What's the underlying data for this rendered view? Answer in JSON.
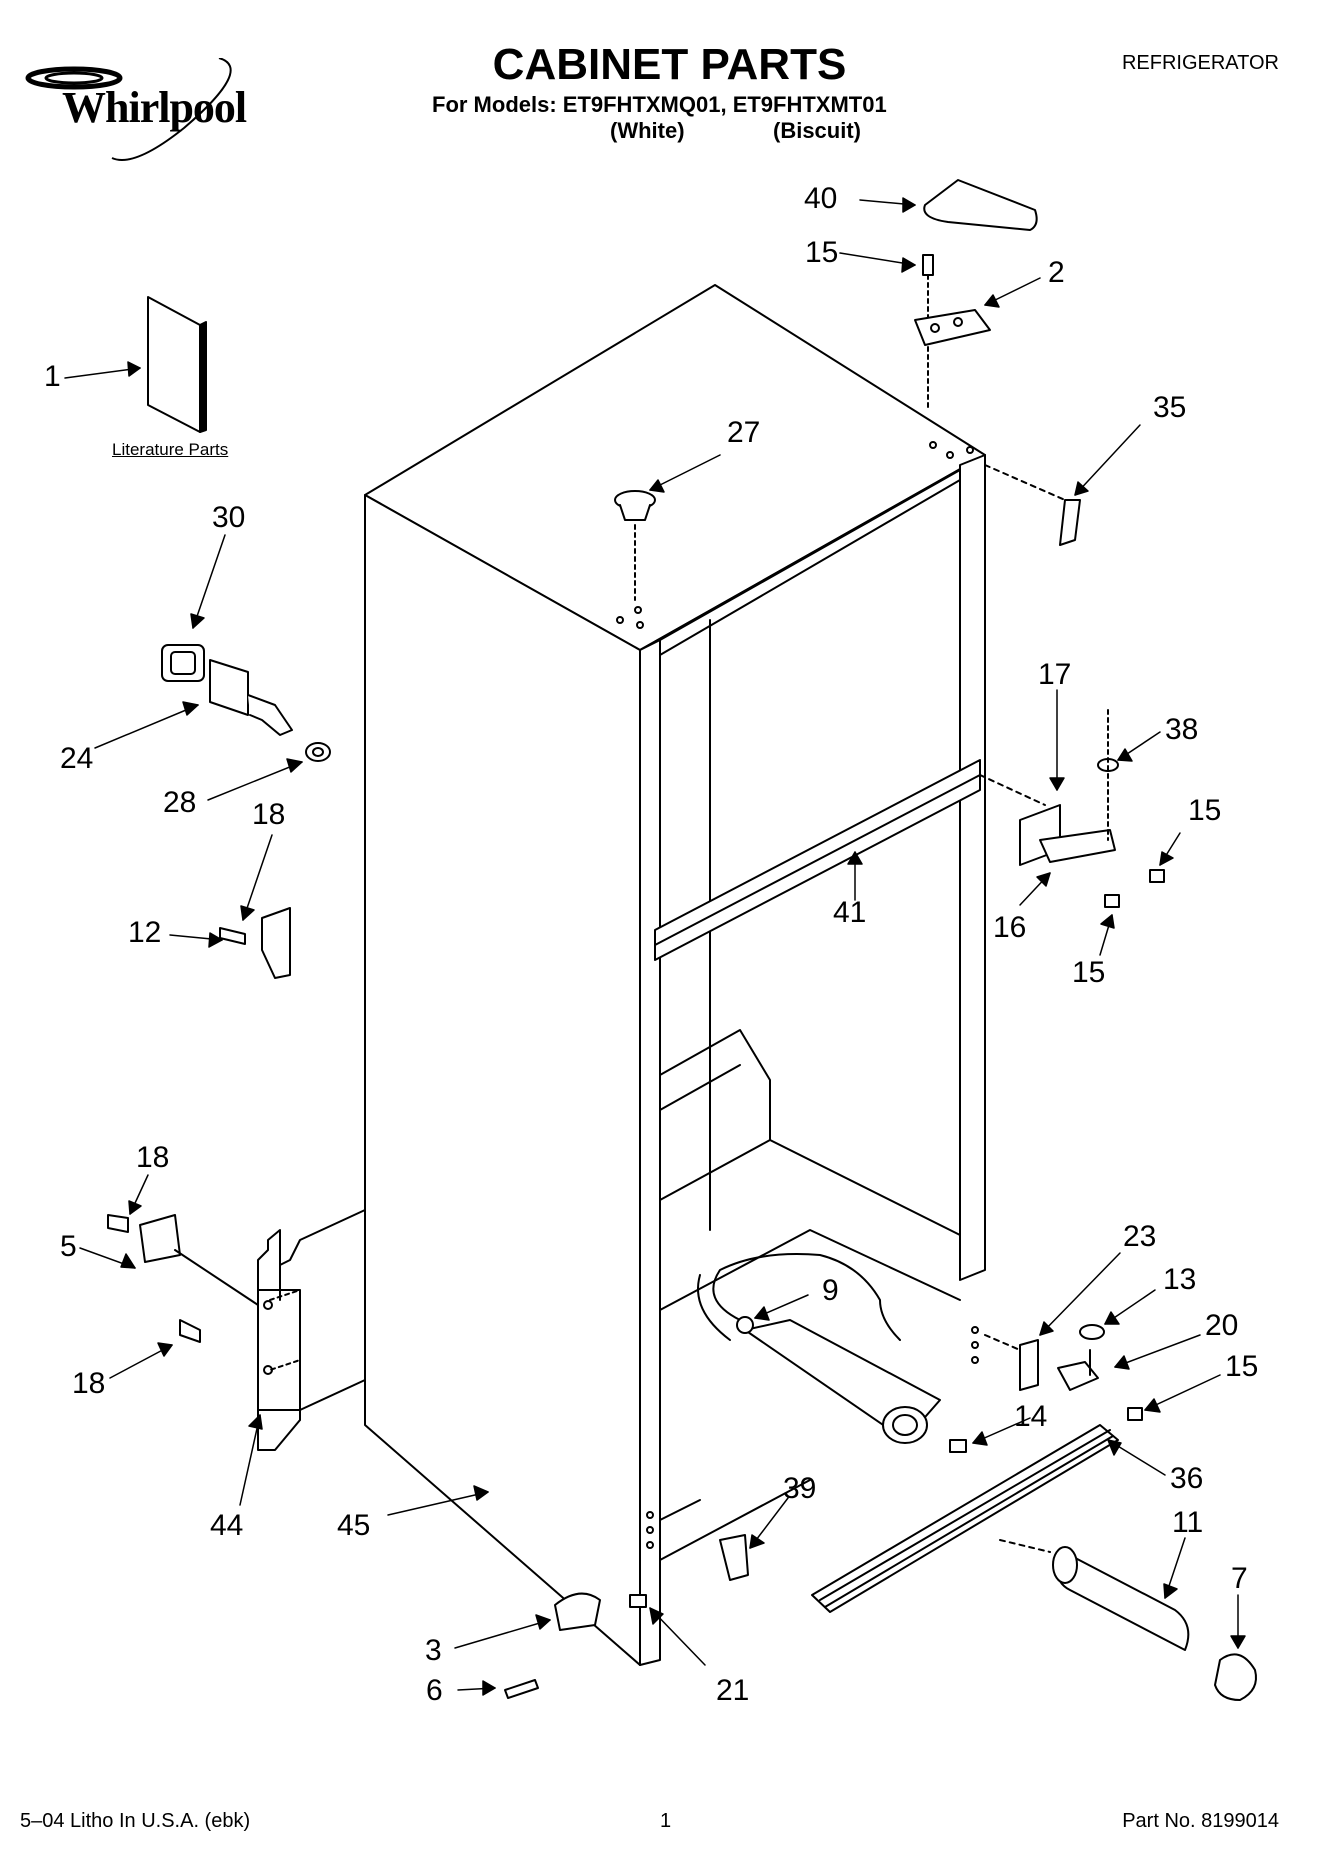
{
  "header": {
    "brand": "Whirlpool",
    "title": "CABINET PARTS",
    "models_line": "For Models: ET9FHTXMQ01, ET9FHTXMT01",
    "color_1": "(White)",
    "color_2": "(Biscuit)",
    "product": "REFRIGERATOR"
  },
  "literature_label": "Literature Parts",
  "callouts": [
    "40",
    "15",
    "2",
    "1",
    "35",
    "27",
    "30",
    "24",
    "28",
    "18",
    "17",
    "38",
    "15",
    "16",
    "41",
    "15",
    "12",
    "18",
    "5",
    "23",
    "9",
    "13",
    "20",
    "15",
    "18",
    "14",
    "36",
    "44",
    "45",
    "39",
    "11",
    "7",
    "3",
    "21",
    "6"
  ],
  "footer": {
    "print_info": "5–04 Litho In U.S.A. (ebk)",
    "page": "1",
    "part_number": "Part No. 8199014"
  }
}
